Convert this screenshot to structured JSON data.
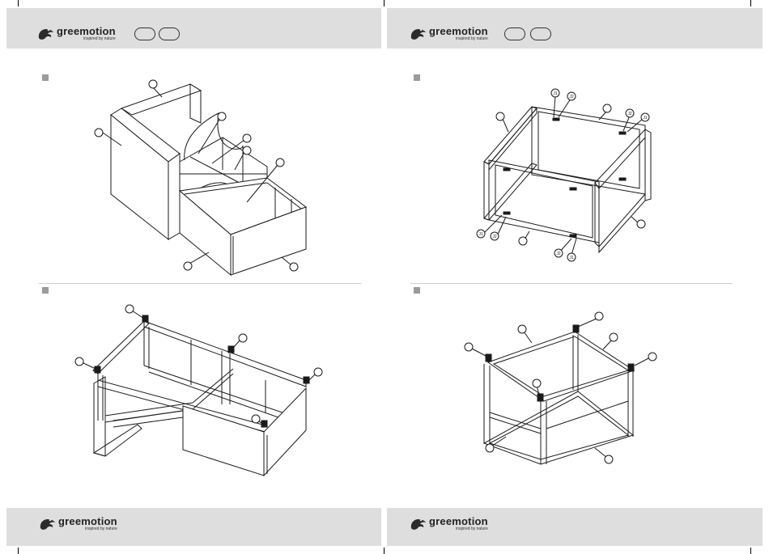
{
  "brand": {
    "name": "greemotion",
    "tagline": "inspired by nature"
  },
  "colors": {
    "band": "#dedede",
    "line": "#1a1a1a",
    "bullet": "#9b9b9b"
  },
  "hardware_labels": {
    "j1": "J1",
    "j2": "J2"
  }
}
